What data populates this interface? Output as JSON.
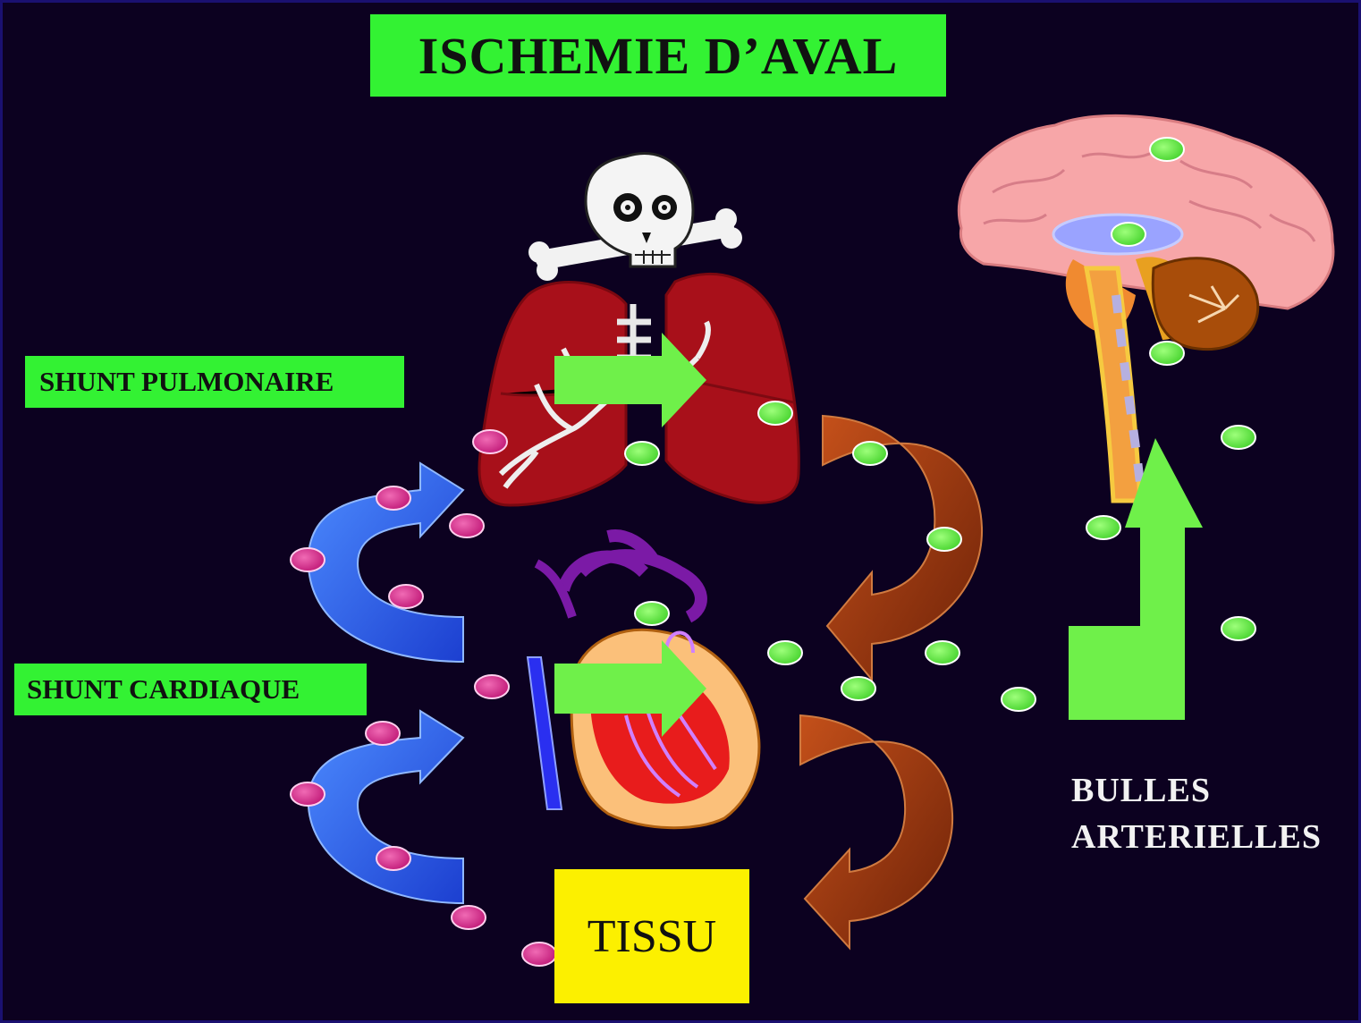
{
  "title": "ISCHEMIE D’AVAL",
  "labels": {
    "shunt_pulmonaire": "SHUNT PULMONAIRE",
    "shunt_cardiaque": "SHUNT CARDIAQUE",
    "tissu": "TISSU",
    "bulles_line1": "BULLES",
    "bulles_line2": "ARTERIELLES"
  },
  "colors": {
    "background": "#0c0120",
    "label_green": "#33f233",
    "tissu_yellow": "#fcf000",
    "venous_blue": "#2255dd",
    "arterial_brown": "#9a3510",
    "bubble_magenta": "#d62a8c",
    "bubble_green": "#66ee44"
  },
  "icons": [
    "skull-crossbones-icon",
    "lungs-icon",
    "heart-icon",
    "brain-icon"
  ]
}
